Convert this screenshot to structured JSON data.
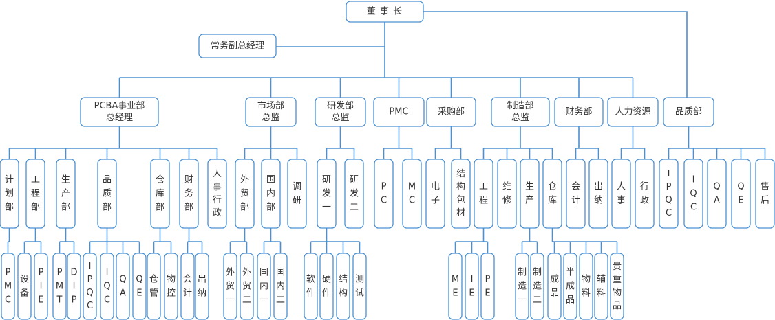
{
  "colors": {
    "line": "#4a90d2",
    "box_border": "#4a90d2",
    "box_fill": "#ffffff",
    "text": "#333333"
  },
  "nodes": {
    "n0": "董 事 长",
    "n1": "常务副总经理",
    "d0": "PCBA事业部\n总经理",
    "d1": "市场部\n总监",
    "d2": "研发部\n总监",
    "d3": "PMC",
    "d4": "采购部",
    "d5": "制造部\n总监",
    "d6": "财务部",
    "d7": "人力资源",
    "d8": "品质部",
    "a0": "计划部",
    "a1": "工程部",
    "a2": "生产部",
    "a3": "品质部",
    "a4": "仓库部",
    "a5": "财务部",
    "a6": "人事行政",
    "a7": "外贸部",
    "a8": "国内部",
    "a9": "调研",
    "a10": "研发一",
    "a11": "研发二",
    "a12": "PC",
    "a13": "MC",
    "a14": "电子",
    "a15": "结构包材",
    "a16": "工程",
    "a17": "维修",
    "a18": "生产",
    "a19": "仓库",
    "a20": "会计",
    "a21": "出纳",
    "a22": "人事",
    "a23": "行政",
    "a24": "IPQC",
    "a25": "IQC",
    "a26": "QA",
    "a27": "QE",
    "a28": "售后",
    "b0": "PMC",
    "b1": "设备",
    "b2": "PIE",
    "b3": "PMT",
    "b4": "DIP",
    "b5": "IPQC",
    "b6": "IQC",
    "b7": "QA",
    "b8": "QE",
    "b9": "仓管",
    "b10": "物控",
    "b11": "会计",
    "b12": "出纳",
    "b13": "外贸一",
    "b14": "外贸二",
    "b15": "国内一",
    "b16": "国内二",
    "b17": "软件",
    "b18": "硬件",
    "b19": "结构",
    "b20": "测试",
    "b21": "ME",
    "b22": "IE",
    "b23": "PE",
    "b24": "制造一",
    "b25": "制造二",
    "b26": "成品",
    "b27": "半成品",
    "b28": "物料",
    "b29": "辅料",
    "b30": "贵重物品"
  }
}
